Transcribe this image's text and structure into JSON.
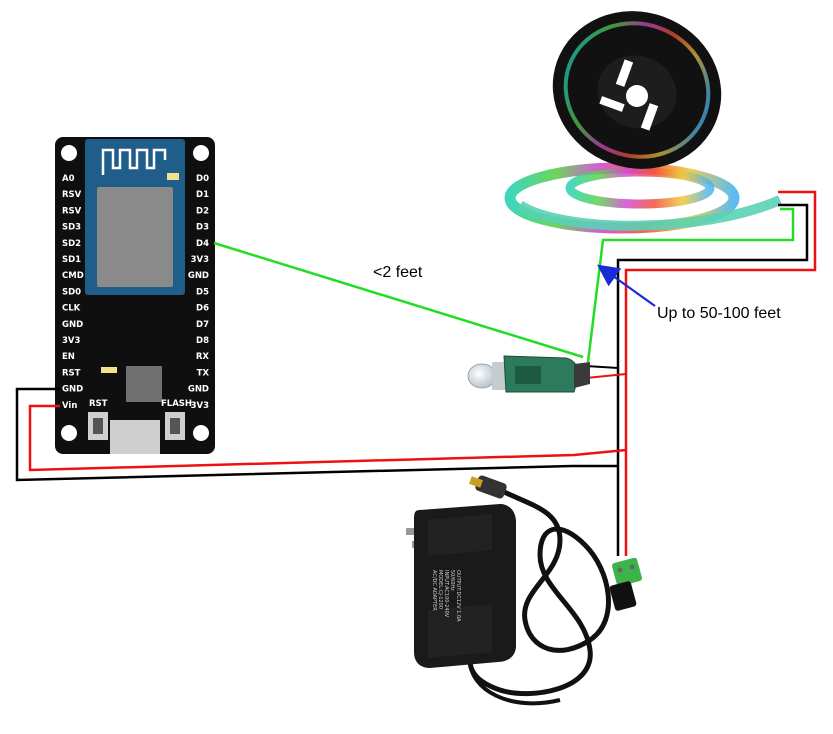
{
  "board": {
    "left_pins": [
      "A0",
      "RSV",
      "RSV",
      "SD3",
      "SD2",
      "SD1",
      "CMD",
      "SD0",
      "CLK",
      "GND",
      "3V3",
      "EN",
      "RST",
      "GND",
      "Vin"
    ],
    "right_pins": [
      "D0",
      "D1",
      "D2",
      "D3",
      "D4",
      "3V3",
      "GND",
      "D5",
      "D6",
      "D7",
      "D8",
      "RX",
      "TX",
      "GND",
      "3V3"
    ],
    "rst_label": "RST",
    "flash_label": "FLASH"
  },
  "annotations": {
    "data_wire": "<2 feet",
    "strip_run": "Up to 50-100 feet"
  },
  "adapter": {
    "label_lines": [
      "AC/DC ADAPTER",
      "MODEL:CJ-1200",
      "INPUT:AC100-240V",
      "50/60Hz",
      "OUTPUT:DC12V 1.0A"
    ]
  },
  "colors": {
    "data_wire": "#22dd22",
    "power_positive": "#ee1111",
    "ground": "#000000",
    "arrow": "#1a2ad6",
    "board": "#0f0f0f",
    "module": "#1f5e8a"
  },
  "icons": [
    "esp8266-board",
    "led-strip-reel",
    "ws2811-pixel",
    "power-adapter",
    "dc-barrel-connector"
  ]
}
